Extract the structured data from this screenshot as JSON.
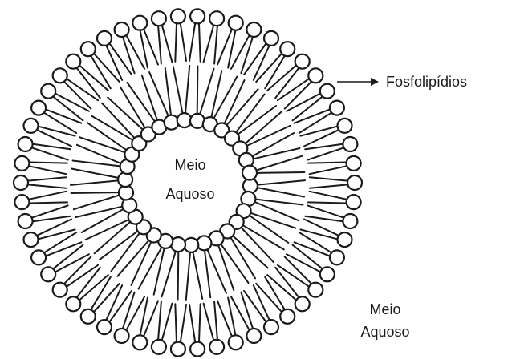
{
  "labels": {
    "phospholipids": "Fosfolipídios",
    "inner_medium_line1": "Meio",
    "inner_medium_line2": "Aquoso",
    "outer_medium_line1": "Meio",
    "outer_medium_line2": "Aquoso"
  },
  "structure": {
    "outer_heads": 54,
    "inner_heads": 30,
    "tails_per_lipid": 2
  },
  "colors": {
    "line": "#1a1a1a",
    "head_fill": "#ffffff",
    "background": "#ffffff"
  }
}
